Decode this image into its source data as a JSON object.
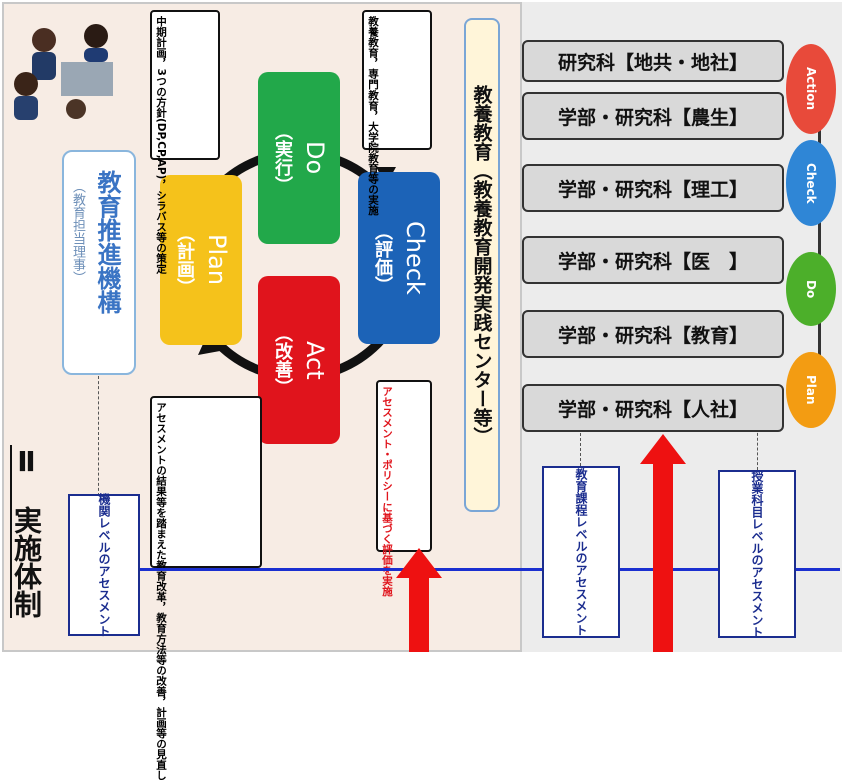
{
  "section_title": "Ⅱ　実施体制",
  "org": {
    "title": "教育推進機構",
    "subtitle": "（教育担当理事）"
  },
  "pdca": {
    "plan": {
      "en": "Plan",
      "jp": "（計画）",
      "color": "#f5c21b"
    },
    "do": {
      "en": "Do",
      "jp": "（実行）",
      "color": "#22a84a"
    },
    "check": {
      "en": "Check",
      "jp": "（評価）",
      "color": "#1c63b7"
    },
    "act": {
      "en": "Act",
      "jp": "（改善）",
      "color": "#e0141c"
    }
  },
  "callouts": {
    "plan": [
      "中期計画，3つの",
      "方針(DP,CP,AP)，",
      "シラバス等の策定"
    ],
    "do": [
      "教養教育，専門",
      "教育，大学院教",
      "育等の実施"
    ],
    "act": [
      "アセスメントの結果",
      "等を踏まえた教育",
      "改革，教育方法等",
      "の改善，計画等の",
      "見直し"
    ]
  },
  "assessment_policy": [
    "アセスメント・ポリシー",
    "に基づく評価を実施"
  ],
  "levels": {
    "institution": [
      "機関レベルの",
      "アセスメント"
    ],
    "program": [
      "教育課程レベルの",
      "アセスメント"
    ],
    "course": [
      "授業科目レベルの",
      "アセスメント"
    ]
  },
  "center": "教養教育（教養教育開発実践センター等）",
  "departments": [
    "学部・研究科【人社】",
    "学部・研究科【教育】",
    "学部・研究科【医　】",
    "学部・研究科【理工】",
    "学部・研究科【農生】",
    "研究科【地共・地社】"
  ],
  "cycle_small": [
    {
      "label": "Plan",
      "color": "#f39c12"
    },
    {
      "label": "Do",
      "color": "#4caf2a"
    },
    {
      "label": "Check",
      "color": "#2f86d6"
    },
    {
      "label": "Action",
      "color": "#e84a3a"
    }
  ],
  "colors": {
    "blue_line": "#1a2fd0",
    "red_arrow": "#ee1111"
  }
}
